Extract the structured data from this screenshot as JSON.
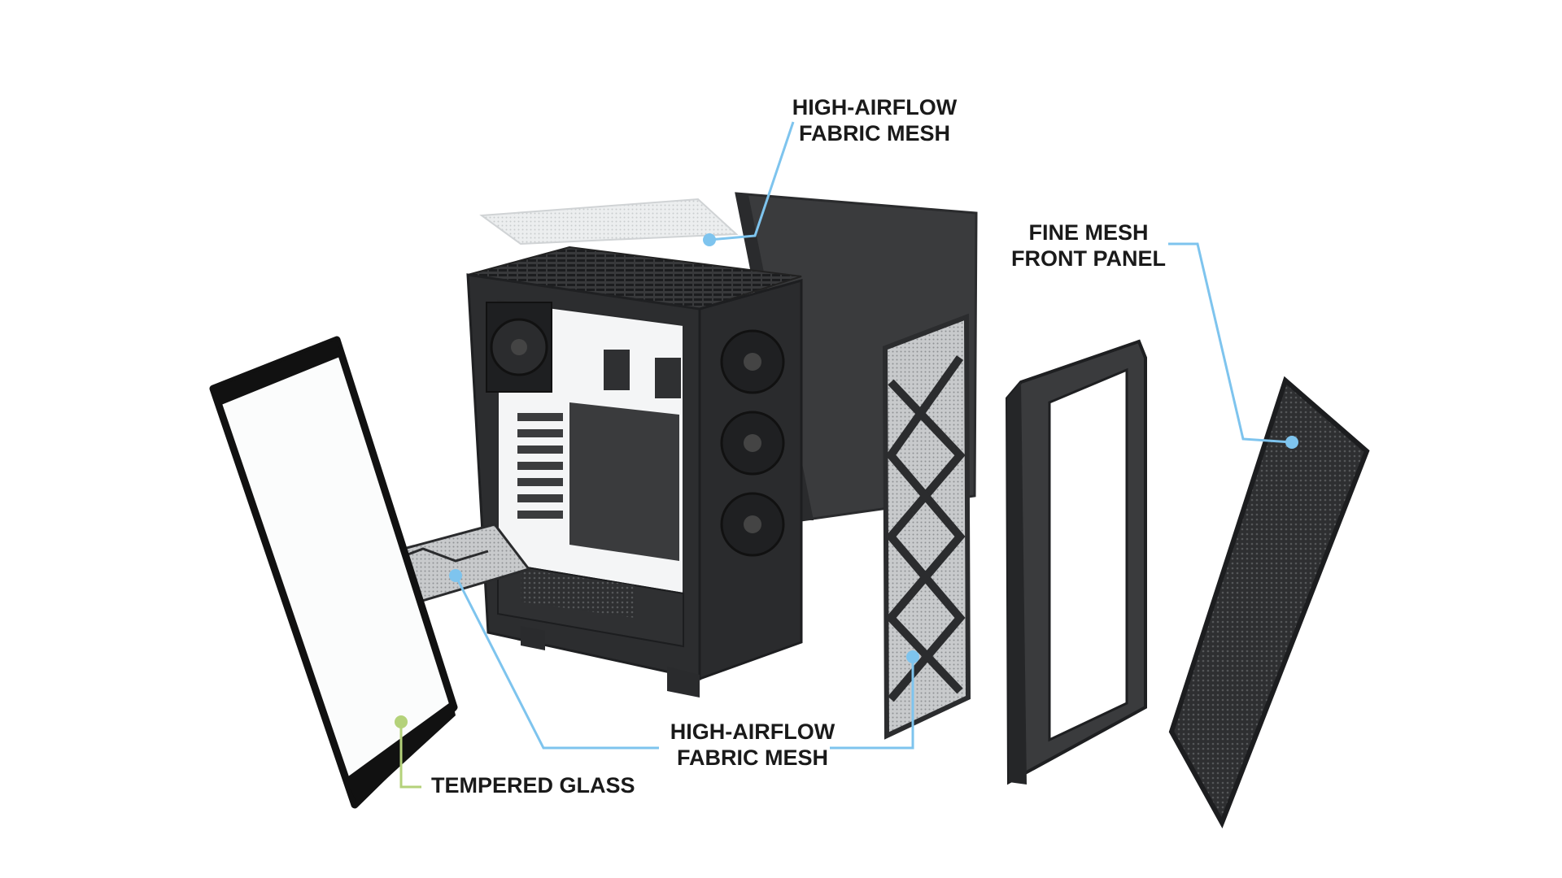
{
  "callouts": {
    "top_mesh": {
      "line1": "HIGH-AIRFLOW",
      "line2": "FABRIC MESH"
    },
    "front_panel": {
      "line1": "FINE MESH",
      "line2": "FRONT PANEL"
    },
    "side_mesh": {
      "line1": "HIGH-AIRFLOW",
      "line2": "FABRIC MESH"
    },
    "glass": {
      "line1": "TEMPERED GLASS"
    }
  },
  "colors": {
    "callout_blue": "#7ec4ee",
    "callout_green": "#b4d27a",
    "case_dark": "#2a2b2d",
    "panel_dark": "#3a3b3d",
    "mesh_light": "#e2e4e6"
  }
}
